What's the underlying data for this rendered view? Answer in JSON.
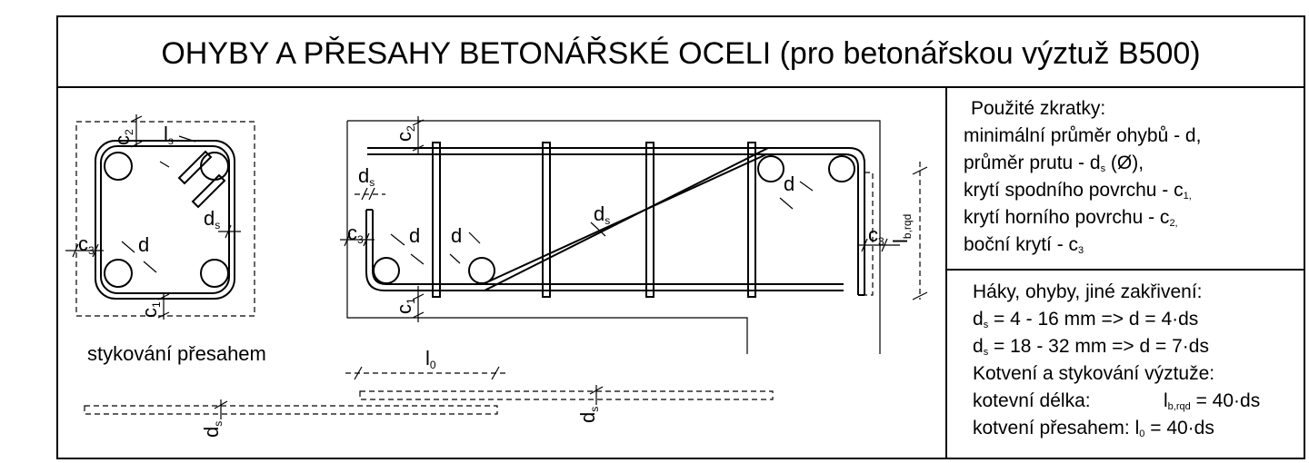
{
  "title": "OHYBY A PŘESAHY BETONÁŘSKÉ OCELI (pro betonářskou výztuž B500)",
  "labels": {
    "d": "d",
    "ds_main": "d",
    "ds_sub": "s",
    "c_main": "c",
    "c1_sub": "1",
    "c2_sub": "2",
    "c3_sub": "3",
    "ls_main": "l",
    "ls_sub": "s",
    "l0_main": "l",
    "l0_sub": "0",
    "lbrqd_main": "l",
    "lbrqd_sub": "b,rqd"
  },
  "caption_lap": "stykování přesahem",
  "legend_abbrev": {
    "heading": "Použité zkratky:",
    "rows": [
      {
        "text": "minimální průměr ohybů - d,",
        "sub": "",
        "tail": ""
      },
      {
        "text": "průměr prutu - d",
        "sub": "s",
        "tail": " (Ø),"
      },
      {
        "text": "krytí spodního povrchu - c",
        "sub": "1,",
        "tail": ""
      },
      {
        "text": "krytí horního povrchu - c",
        "sub": "2,",
        "tail": ""
      },
      {
        "text": "boční krytí - c",
        "sub": "3",
        "tail": ""
      }
    ]
  },
  "legend_rules": {
    "heading": "Háky, ohyby, jiné zakřivení:",
    "rule1": {
      "a": "d",
      "sub": "s",
      "b": " =  4 - 16 mm  => d = 4·ds"
    },
    "rule2": {
      "a": "d",
      "sub": "s",
      "b": " = 18 - 32 mm  => d = 7·ds"
    },
    "anchor_heading": "Kotvení a stykování výztuže:",
    "anchor_len": {
      "a": "kotevní délka:",
      "l": "l",
      "sub": "b,rqd",
      "b": " =  40·ds"
    },
    "lap_len": {
      "a": "kotvení přesahem: ",
      "l": "l",
      "sub": "0",
      "b": " = 40·ds"
    }
  }
}
